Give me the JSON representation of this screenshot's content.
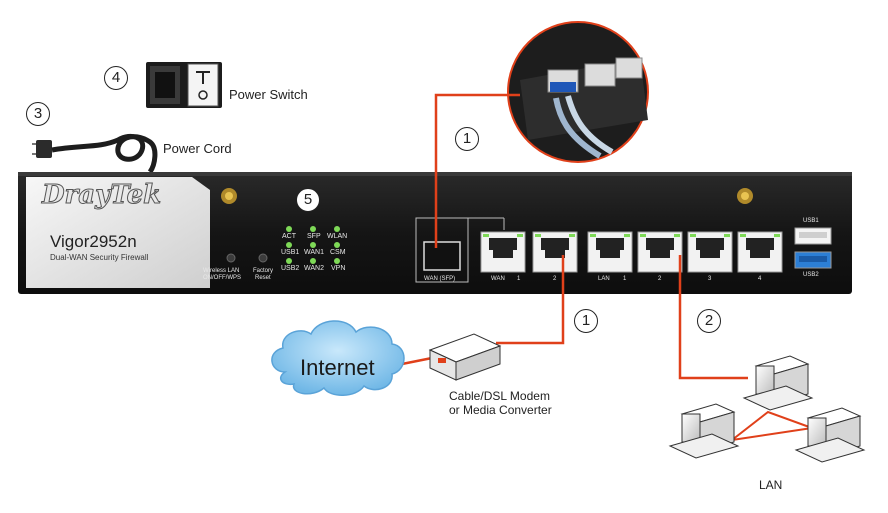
{
  "callouts": {
    "power_cord_num": "3",
    "power_switch_num": "4",
    "leds_num": "5",
    "wan_sfp_num": "1",
    "wan2_num": "1",
    "lan_num": "2"
  },
  "labels": {
    "power_switch": "Power Switch",
    "power_cord": "Power Cord",
    "internet": "Internet",
    "modem_line1": "Cable/DSL Modem",
    "modem_line2": "or Media Converter",
    "lan": "LAN"
  },
  "device": {
    "brand": "DrayTek",
    "model": "Vigor2952n",
    "subtitle": "Dual-WAN Security Firewall",
    "wireless_btn_line1": "Wireless LAN",
    "wireless_btn_line2": "ON/OFF/WPS",
    "factory_line1": "Factory",
    "factory_line2": "Reset",
    "leds": {
      "act": "ACT",
      "sfp": "SFP",
      "wlan": "WLAN",
      "usb1": "USB1",
      "wan1": "WAN1",
      "csm": "CSM",
      "usb2": "USB2",
      "wan2": "WAN2",
      "vpn": "VPN"
    },
    "wan_sfp_label": "WAN (SFP)",
    "wan_label": "WAN",
    "wan_port1": "1",
    "wan_port2": "2",
    "lan_label": "LAN",
    "lan_port1": "1",
    "lan_port2": "2",
    "lan_port3": "3",
    "lan_port4": "4",
    "usb1_label": "USB1",
    "usb2_label": "USB2"
  },
  "colors": {
    "cable": "#e0401a",
    "panel": "#1b1b1b",
    "cloud": "#8ec9ee",
    "led": "#7ed957"
  }
}
